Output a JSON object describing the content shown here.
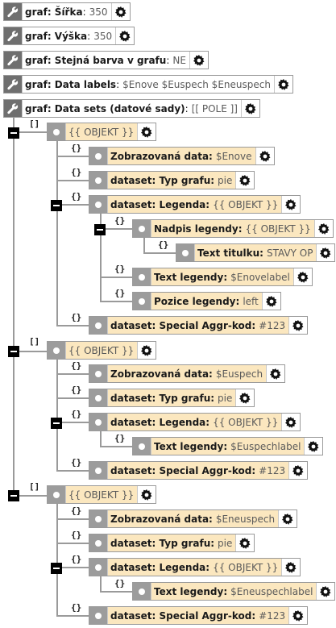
{
  "top": [
    {
      "key": "graf: Šířka",
      "value": "350"
    },
    {
      "key": "graf: Výška",
      "value": "350"
    },
    {
      "key": "graf: Stejná barva v grafu",
      "value": "NE"
    },
    {
      "key": "graf: Data labels",
      "value": "$Enove $Euspech $Eneuspech"
    },
    {
      "key": "graf: Data sets (datové sady)",
      "value": "[[ POLE ]]"
    }
  ],
  "array_tag": "[]",
  "object_tag": "{}",
  "object_label": "{{ OBJEKT }}",
  "groups": [
    {
      "zobrazovana_key": "Zobrazovaná data:",
      "zobrazovana_val": "$Enove",
      "typ_key": "dataset: Typ grafu:",
      "typ_val": "pie",
      "legenda_key": "dataset: Legenda:",
      "legenda_val": "{{ OBJEKT }}",
      "nadpis_key": "Nadpis legendy:",
      "nadpis_val": "{{ OBJEKT }}",
      "titulek_key": "Text titulku:",
      "titulek_val": "STAVY OP",
      "text_key": "Text legendy:",
      "text_val": "$Enovelabel",
      "pozice_key": "Pozice legendy:",
      "pozice_val": "left",
      "special_key": "dataset: Special Aggr-kod:",
      "special_val": "#123"
    },
    {
      "zobrazovana_key": "Zobrazovaná data:",
      "zobrazovana_val": "$Euspech",
      "typ_key": "dataset: Typ grafu:",
      "typ_val": "pie",
      "legenda_key": "dataset: Legenda:",
      "legenda_val": "{{ OBJEKT }}",
      "text_key": "Text legendy:",
      "text_val": "$Euspechlabel",
      "special_key": "dataset: Special Aggr-kod:",
      "special_val": "#123"
    },
    {
      "zobrazovana_key": "Zobrazovaná data:",
      "zobrazovana_val": "$Eneuspech",
      "typ_key": "dataset: Typ grafu:",
      "typ_val": "pie",
      "legenda_key": "dataset: Legenda:",
      "legenda_val": "{{ OBJEKT }}",
      "text_key": "Text legendy:",
      "text_val": "$Eneuspechlabel",
      "special_key": "dataset: Special Aggr-kod:",
      "special_val": "#123"
    }
  ],
  "icons": {
    "property": "wrench-icon",
    "node": "circle-dot-icon",
    "settings": "gear-icon",
    "collapse": "minus-icon"
  }
}
